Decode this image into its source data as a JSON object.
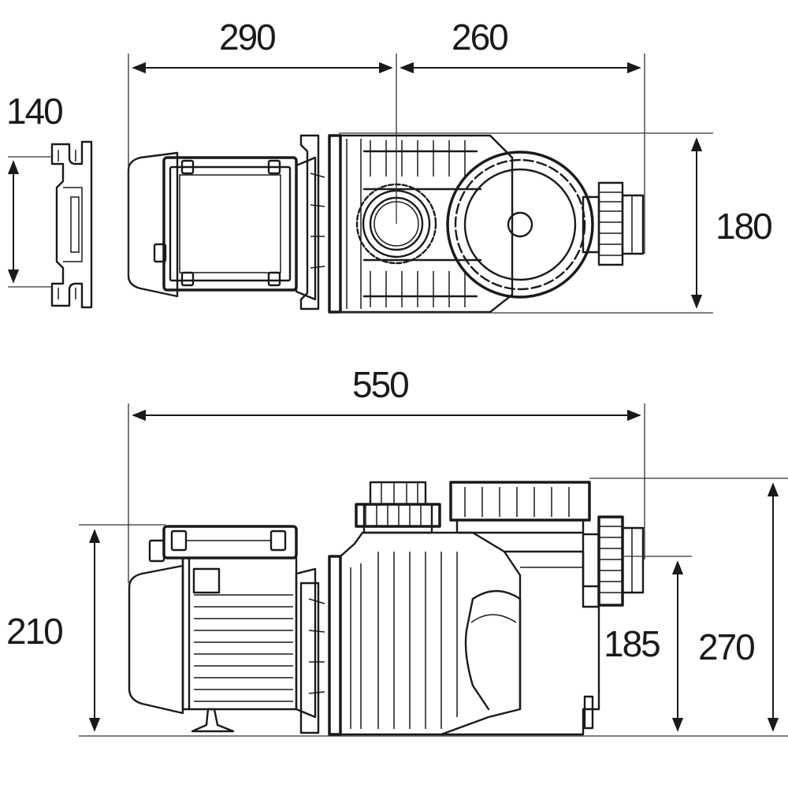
{
  "colors": {
    "line": "#1a1a1a",
    "background": "#ffffff"
  },
  "top_view": {
    "dim_motor_length": "290",
    "dim_pump_length": "260",
    "dim_width": "180"
  },
  "end_view": {
    "dim_width": "140"
  },
  "side_view": {
    "dim_total_length": "550",
    "dim_motor_height": "210",
    "dim_outlet_height": "185",
    "dim_total_height": "270"
  }
}
